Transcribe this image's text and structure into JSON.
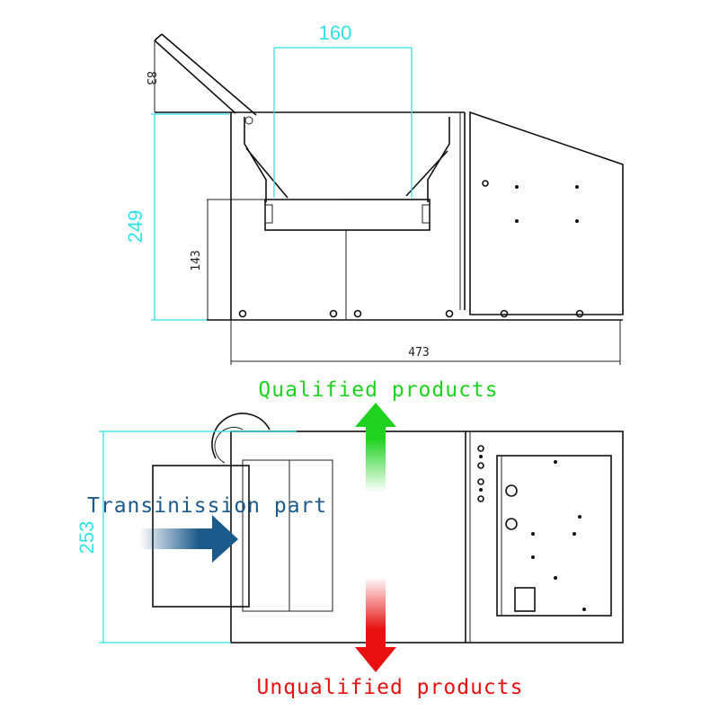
{
  "front_view": {
    "dim_width_top": "160",
    "dim_arm_height": "83",
    "dim_total_height": "249",
    "dim_box_height": "143",
    "dim_total_length": "473"
  },
  "top_view": {
    "dim_width": "253"
  },
  "labels": {
    "qualified": "Qualified products",
    "unqualified": "Unqualified products",
    "transmission": "Transinission part"
  },
  "colors": {
    "qualified": "#1ed21e",
    "unqualified": "#e81010",
    "transmission": "#1c5a8c",
    "dimension": "#2fe0e8"
  }
}
